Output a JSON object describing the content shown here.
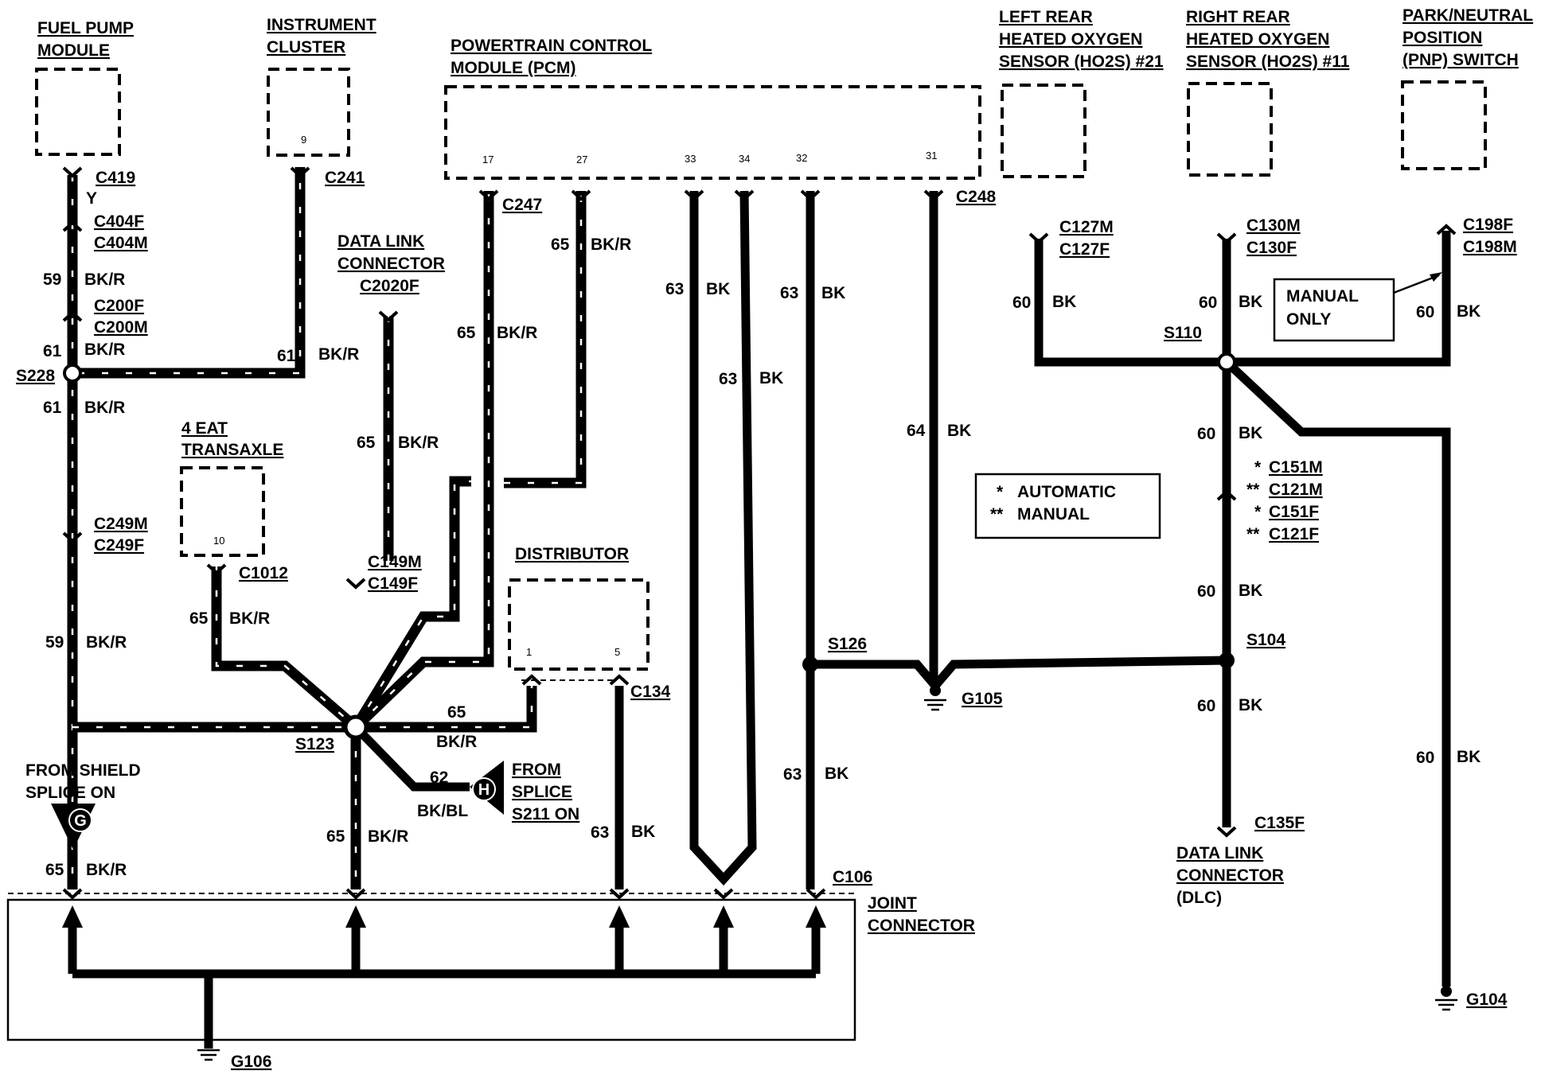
{
  "components": {
    "fuel_pump": [
      "FUEL PUMP",
      "MODULE"
    ],
    "instrument_cluster": [
      "INSTRUMENT",
      "CLUSTER"
    ],
    "pcm": [
      "POWERTRAIN CONTROL",
      "MODULE (PCM)"
    ],
    "left_ho2s": [
      "LEFT REAR",
      "HEATED OXYGEN",
      "SENSOR (HO2S) #21"
    ],
    "right_ho2s": [
      "RIGHT REAR",
      "HEATED OXYGEN",
      "SENSOR (HO2S) #11"
    ],
    "pnp": [
      "PARK/NEUTRAL",
      "POSITION",
      "(PNP) SWITCH"
    ],
    "data_link_top": [
      "DATA LINK",
      "CONNECTOR",
      "C2020F"
    ],
    "transaxle": [
      "4 EAT",
      "TRANSAXLE"
    ],
    "distributor": "DISTRIBUTOR",
    "joint": [
      "JOINT",
      "CONNECTOR"
    ],
    "dlc": [
      "DATA LINK",
      "CONNECTOR",
      "(DLC)"
    ],
    "shield_from": [
      "FROM SHIELD",
      "SPLICE ON"
    ],
    "splice_from": [
      "FROM",
      "SPLICE",
      "S211 ON"
    ],
    "manual_only": [
      "MANUAL",
      "ONLY"
    ]
  },
  "pins": {
    "cluster": "9",
    "pcm": [
      "17",
      "27",
      "33",
      "34",
      "32",
      "31"
    ],
    "transaxle": "10",
    "distributor": [
      "1",
      "5"
    ]
  },
  "connectors": {
    "c419": "C419",
    "y": "Y",
    "c404f": "C404F",
    "c404m": "C404M",
    "c200f": "C200F",
    "c200m": "C200M",
    "c241": "C241",
    "c247": "C247",
    "c248": "C248",
    "c127m": "C127M",
    "c127f": "C127F",
    "c130m": "C130M",
    "c130f": "C130F",
    "c198f": "C198F",
    "c198m": "C198M",
    "c249m": "C249M",
    "c249f": "C249F",
    "c1012": "C1012",
    "c149m": "C149M",
    "c149f": "C149F",
    "c134": "C134",
    "c106": "C106",
    "c135f": "C135F",
    "c151m": "C151M",
    "c121m": "C121M",
    "c151f": "C151F",
    "c121f": "C121F",
    "c151m_mark": "*",
    "c121m_mark": "**",
    "c151f_mark": "*",
    "c121f_mark": "**"
  },
  "splices": {
    "s228": "S228",
    "s110": "S110",
    "s123": "S123",
    "s126": "S126",
    "s104": "S104"
  },
  "grounds": {
    "g105": "G105",
    "g106": "G106",
    "g104": "G104"
  },
  "arrows": {
    "g": "G",
    "h": "H"
  },
  "legend": {
    "star1": "*",
    "automatic": "AUTOMATIC",
    "star2": "**",
    "manual": "MANUAL"
  },
  "wires": {
    "w59a": [
      "59",
      "BK/R"
    ],
    "w61a": [
      "61",
      "BK/R"
    ],
    "w61b": [
      "61",
      "BK/R"
    ],
    "w61c": [
      "61",
      "BK/R"
    ],
    "w59b": [
      "59",
      "BK/R"
    ],
    "w65a": [
      "65",
      "BK/R"
    ],
    "w65b": [
      "65",
      "BK/R"
    ],
    "w65c": [
      "65",
      "BK/R"
    ],
    "w65d": [
      "65",
      "BK/R"
    ],
    "w65e": [
      "65",
      "BK/R"
    ],
    "w65f": [
      "65",
      "BK/R"
    ],
    "w65g": [
      "65",
      "BK/R"
    ],
    "w62": [
      "62",
      "BK/BL"
    ],
    "w63a": [
      "63",
      "BK"
    ],
    "w63b": [
      "63",
      "BK"
    ],
    "w63c": [
      "63",
      "BK"
    ],
    "w63d": [
      "63",
      "BK"
    ],
    "w63e": [
      "63",
      "BK"
    ],
    "w64": [
      "64",
      "BK"
    ],
    "w60a": [
      "60",
      "BK"
    ],
    "w60b": [
      "60",
      "BK"
    ],
    "w60c": [
      "60",
      "BK"
    ],
    "w60d": [
      "60",
      "BK"
    ],
    "w60e": [
      "60",
      "BK"
    ],
    "w60f": [
      "60",
      "BK"
    ],
    "w60g": [
      "60",
      "BK"
    ]
  }
}
